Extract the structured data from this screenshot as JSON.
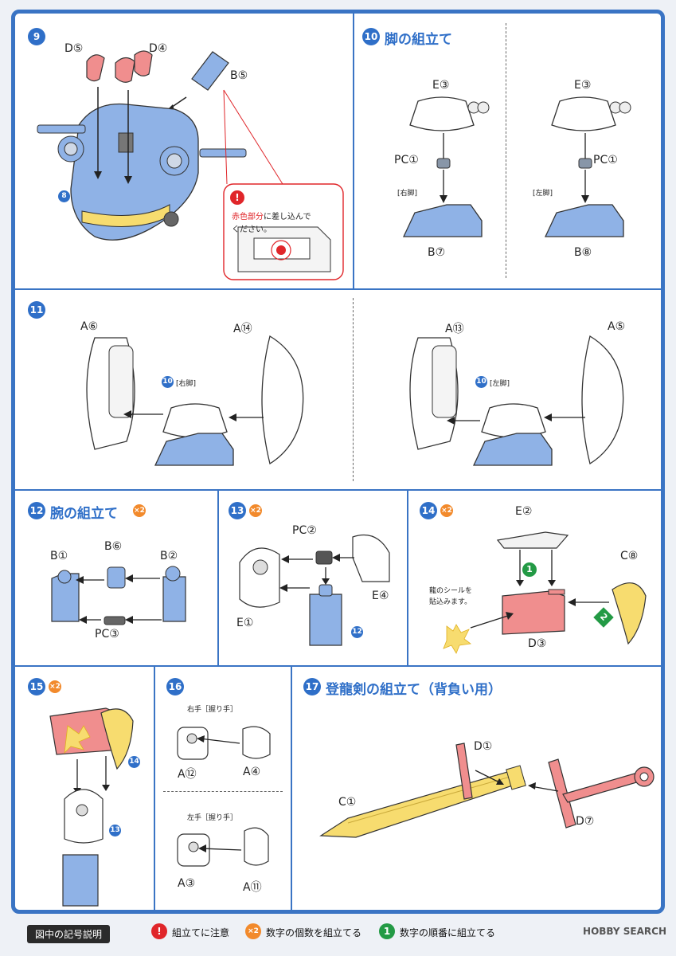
{
  "steps": {
    "s9": {
      "num": "9",
      "labels": {
        "d5": "D⑤",
        "d4": "D④",
        "b5": "B⑤",
        "ref": "8"
      },
      "note_red": "赤色部分",
      "note_rest": "に差し込んで",
      "note_line2": "ください。"
    },
    "s10": {
      "num": "10",
      "title": "脚の組立て",
      "left": {
        "e3": "E③",
        "pc1": "PC①",
        "side": "[右脚]",
        "b7": "B⑦"
      },
      "right": {
        "e3": "E③",
        "pc1": "PC①",
        "side": "[左脚]",
        "b8": "B⑧"
      }
    },
    "s11": {
      "num": "11",
      "left": {
        "a6": "A⑥",
        "a14": "A⑭",
        "ref_num": "10",
        "ref_side": "[右脚]"
      },
      "right": {
        "a13": "A⑬",
        "a5": "A⑤",
        "ref_num": "10",
        "ref_side": "[左脚]"
      }
    },
    "s12": {
      "num": "12",
      "title": "腕の組立て",
      "mult": "×2",
      "labels": {
        "b1": "B①",
        "b6": "B⑥",
        "b2": "B②",
        "pc3": "PC③"
      }
    },
    "s13": {
      "num": "13",
      "mult": "×2",
      "labels": {
        "pc2": "PC②",
        "e4": "E④",
        "e1": "E①",
        "ref": "12"
      }
    },
    "s14": {
      "num": "14",
      "mult": "×2",
      "labels": {
        "e2": "E②",
        "c8": "C⑧",
        "d3": "D③",
        "order1": "1",
        "order2": "2"
      },
      "sticker_line1": "龍のシールを",
      "sticker_line2": "貼込みます。"
    },
    "s15": {
      "num": "15",
      "mult": "×2",
      "labels": {
        "ref14": "14",
        "ref13": "13"
      }
    },
    "s16": {
      "num": "16",
      "top": {
        "hand": "右手［握り手］",
        "a12": "A⑫",
        "a4": "A④"
      },
      "bottom": {
        "hand": "左手［握り手］",
        "a3": "A③",
        "a11": "A⑪"
      }
    },
    "s17": {
      "num": "17",
      "title": "登龍剣の組立て（背負い用）",
      "labels": {
        "d1": "D①",
        "c1": "C①",
        "d7": "D⑦"
      }
    }
  },
  "legend": {
    "title": "図中の記号説明",
    "caution_icon": "!",
    "caution": "組立てに注意",
    "count_icon": "×2",
    "count": "数字の個数を組立てる",
    "order_icon": "1",
    "order": "数字の順番に組立てる",
    "brand": "HOBBY SEARCH"
  },
  "colors": {
    "accent": "#3a74c4",
    "part_blue": "#8fb2e6",
    "part_red": "#f08e8e",
    "part_yellow": "#f7dc6f",
    "multiplier": "#f28a2c",
    "order": "#239a45",
    "caution": "#e0262a"
  }
}
